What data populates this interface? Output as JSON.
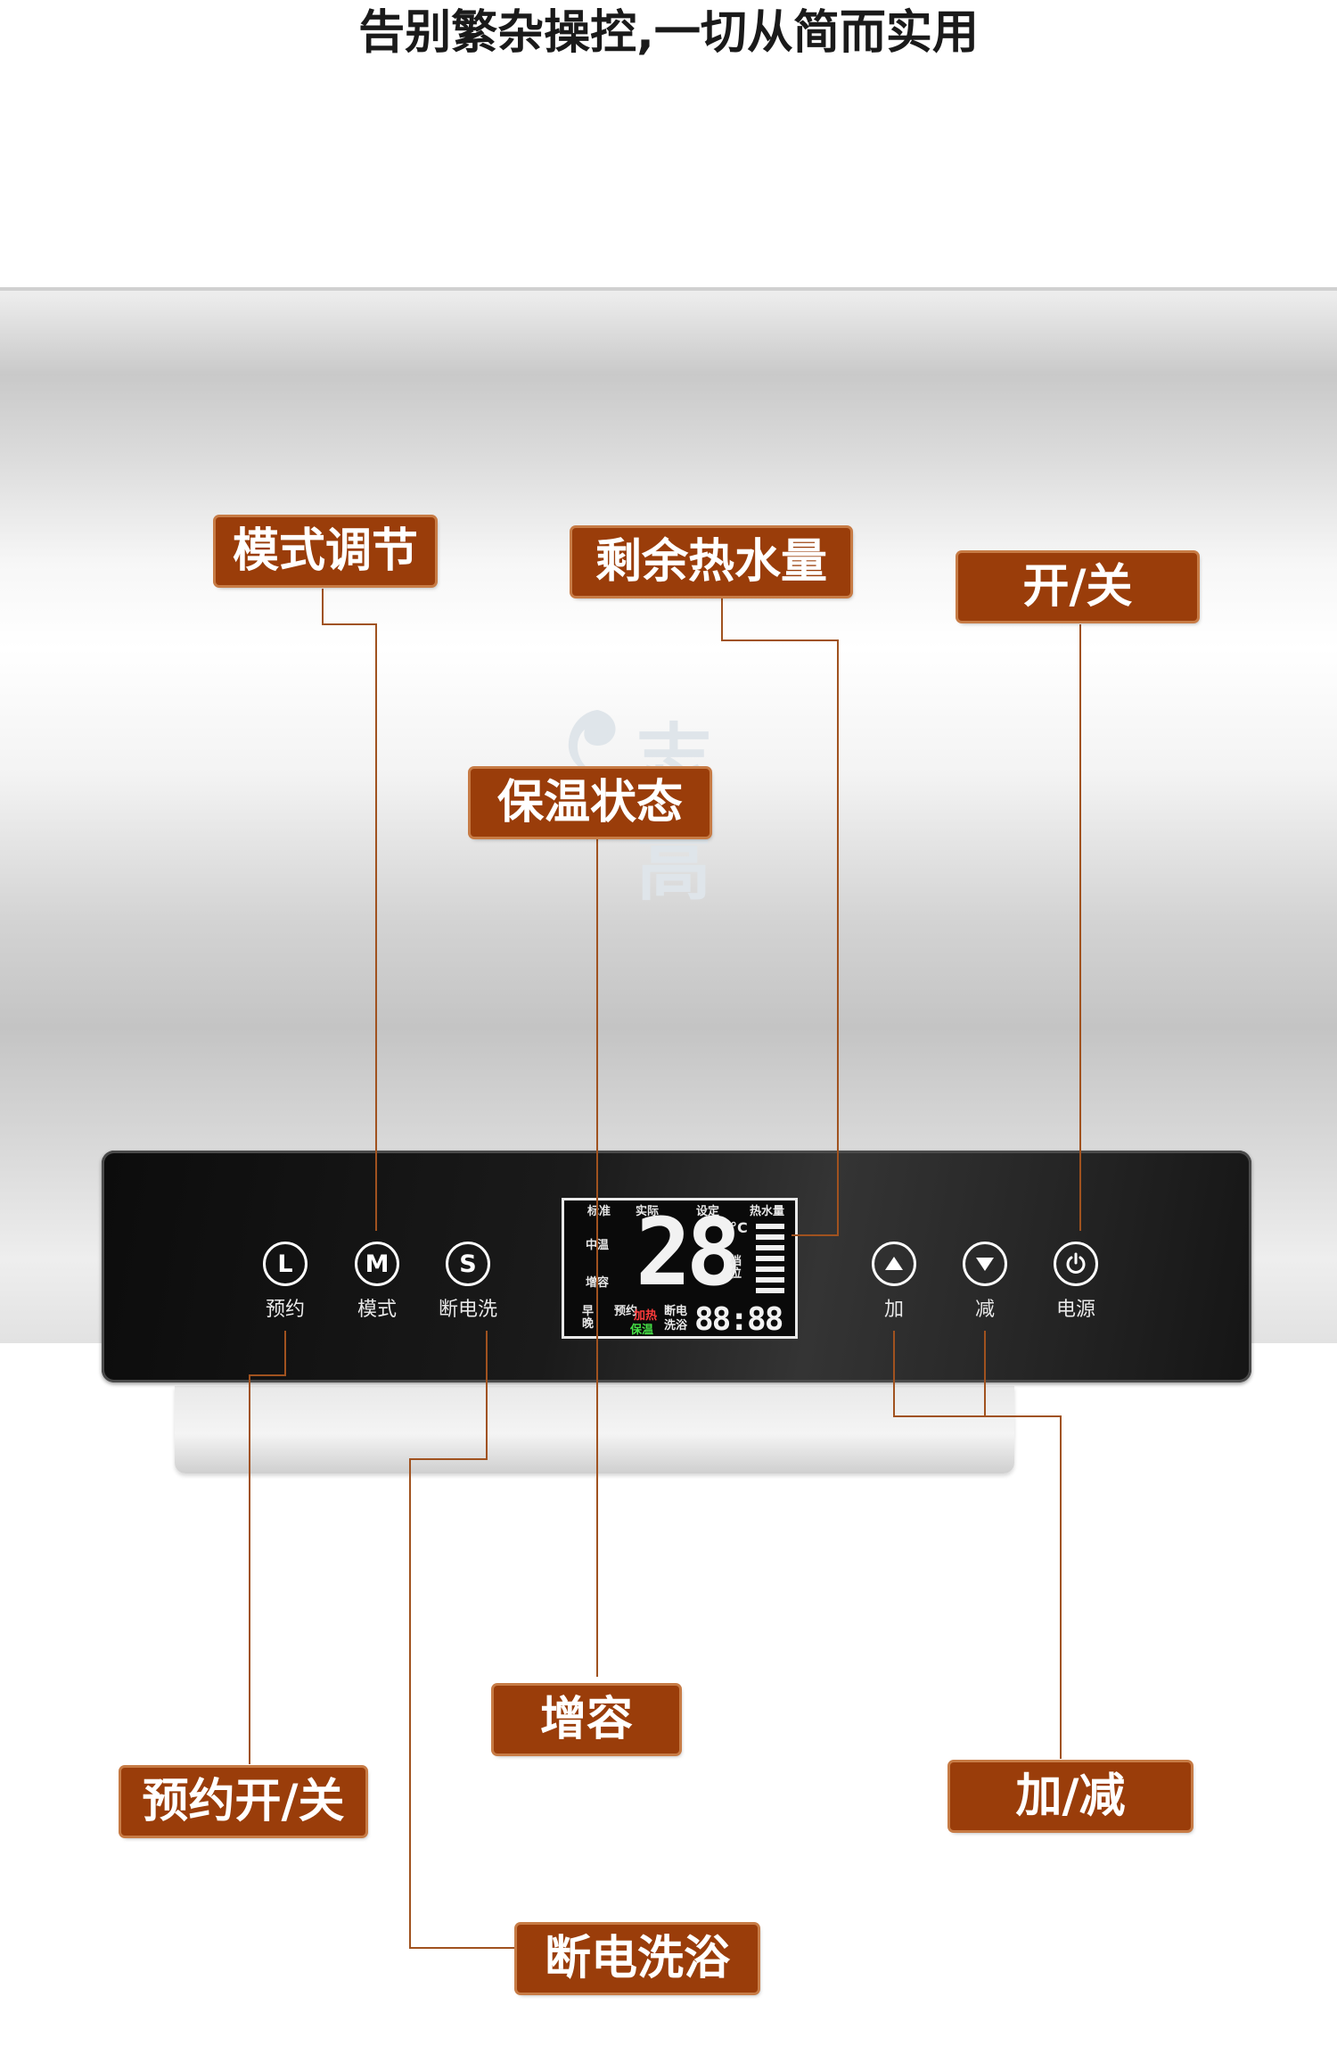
{
  "heading": "告别繁杂操控,一切从简而实用",
  "logo_text": "志高",
  "display": {
    "temperature": "28",
    "unit": "°C",
    "clock": "88:88",
    "left_labels": [
      "标准",
      "中温",
      "增容"
    ],
    "top_labels": [
      "实际",
      "设定",
      "热水量"
    ],
    "side_labels": [
      "档位"
    ],
    "bottom_labels": [
      "预约",
      "早晚",
      "加热",
      "保温",
      "断电",
      "洗浴"
    ]
  },
  "buttons": {
    "reserve": {
      "symbol": "L",
      "label": "预约"
    },
    "mode": {
      "symbol": "M",
      "label": "模式"
    },
    "power_off_wash": {
      "symbol": "S",
      "label": "断电洗"
    },
    "up": {
      "label": "加"
    },
    "down": {
      "label": "减"
    },
    "power": {
      "label": "电源"
    }
  },
  "callouts": {
    "mode_adjust": "模式调节",
    "remaining_hot_water": "剩余热水量",
    "on_off": "开/关",
    "keep_warm_status": "保温状态",
    "capacity_increase": "增容",
    "reserve_on_off": "预约开/关",
    "plus_minus": "加/减",
    "power_off_bath": "断电洗浴"
  },
  "colors": {
    "callout_bg": "#9a3d0a",
    "callout_border": "#c77b45",
    "leader_line": "#a0521f",
    "panel": "#111111"
  }
}
